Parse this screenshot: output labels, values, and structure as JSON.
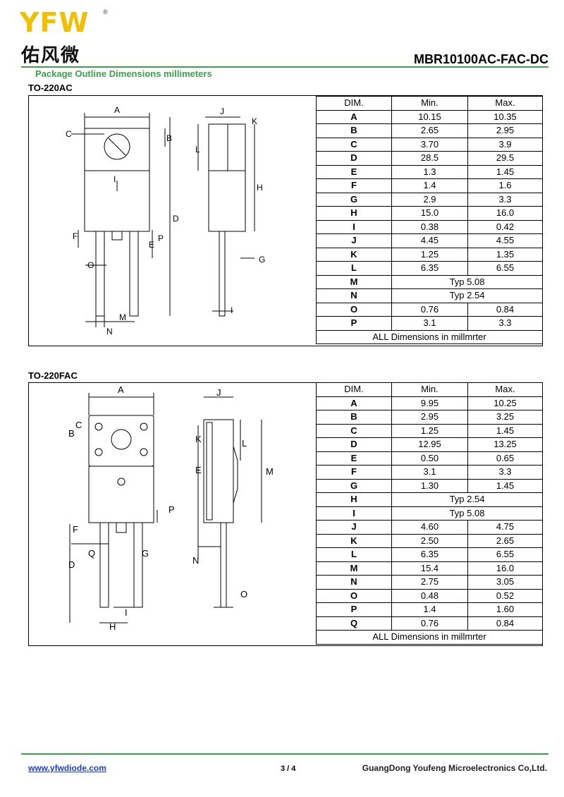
{
  "header": {
    "logo_text": "YFW",
    "logo_reg": "®",
    "logo_cn": "佑风微",
    "part_number": "MBR10100AC-FAC-DC",
    "subtitle": "Package Outline Dimensions millimeters"
  },
  "packages": [
    {
      "name": "TO-220AC",
      "table": {
        "headers": [
          "DIM.",
          "Min.",
          "Max."
        ],
        "rows": [
          {
            "dim": "A",
            "min": "10.15",
            "max": "10.35"
          },
          {
            "dim": "B",
            "min": "2.65",
            "max": "2.95"
          },
          {
            "dim": "C",
            "min": "3.70",
            "max": "3.9"
          },
          {
            "dim": "D",
            "min": "28.5",
            "max": "29.5"
          },
          {
            "dim": "E",
            "min": "1.3",
            "max": "1.45"
          },
          {
            "dim": "F",
            "min": "1.4",
            "max": "1.6"
          },
          {
            "dim": "G",
            "min": "2.9",
            "max": "3.3"
          },
          {
            "dim": "H",
            "min": "15.0",
            "max": "16.0"
          },
          {
            "dim": "I",
            "min": "0.38",
            "max": "0.42"
          },
          {
            "dim": "J",
            "min": "4.45",
            "max": "4.55"
          },
          {
            "dim": "K",
            "min": "1.25",
            "max": "1.35"
          },
          {
            "dim": "L",
            "min": "6.35",
            "max": "6.55"
          },
          {
            "dim": "M",
            "typ": "Typ 5.08"
          },
          {
            "dim": "N",
            "typ": "Typ 2.54"
          },
          {
            "dim": "O",
            "min": "0.76",
            "max": "0.84"
          },
          {
            "dim": "P",
            "min": "3.1",
            "max": "3.3"
          }
        ],
        "footer": "ALL  Dimensions  in  millmrter"
      }
    },
    {
      "name": "TO-220FAC",
      "table": {
        "headers": [
          "DIM.",
          "Min.",
          "Max."
        ],
        "rows": [
          {
            "dim": "A",
            "min": "9.95",
            "max": "10.25"
          },
          {
            "dim": "B",
            "min": "2.95",
            "max": "3.25"
          },
          {
            "dim": "C",
            "min": "1.25",
            "max": "1.45"
          },
          {
            "dim": "D",
            "min": "12.95",
            "max": "13.25"
          },
          {
            "dim": "E",
            "min": "0.50",
            "max": "0.65"
          },
          {
            "dim": "F",
            "min": "3.1",
            "max": "3.3"
          },
          {
            "dim": "G",
            "min": "1.30",
            "max": "1.45"
          },
          {
            "dim": "H",
            "typ": "Typ 2.54"
          },
          {
            "dim": "I",
            "typ": "Typ 5.08"
          },
          {
            "dim": "J",
            "min": "4.60",
            "max": "4.75"
          },
          {
            "dim": "K",
            "min": "2.50",
            "max": "2.65"
          },
          {
            "dim": "L",
            "min": "6.35",
            "max": "6.55"
          },
          {
            "dim": "M",
            "min": "15.4",
            "max": "16.0"
          },
          {
            "dim": "N",
            "min": "2.75",
            "max": "3.05"
          },
          {
            "dim": "O",
            "min": "0.48",
            "max": "0.52"
          },
          {
            "dim": "P",
            "min": "1.4",
            "max": "1.60"
          },
          {
            "dim": "Q",
            "min": "0.76",
            "max": "0.84"
          }
        ],
        "footer": "ALL  Dimensions  in  millmrter"
      }
    }
  ],
  "drawing_labels": {
    "ac": [
      "A",
      "B",
      "C",
      "D",
      "E",
      "F",
      "G",
      "H",
      "I",
      "J",
      "K",
      "L",
      "M",
      "N",
      "O",
      "P"
    ],
    "fac": [
      "A",
      "B",
      "C",
      "D",
      "E",
      "F",
      "G",
      "H",
      "I",
      "J",
      "K",
      "L",
      "M",
      "N",
      "O",
      "P",
      "Q"
    ]
  },
  "footer": {
    "website": "www.yfwdiode.com",
    "page": "3 / 4",
    "company": "GuangDong Youfeng Microelectronics Co,Ltd."
  },
  "colors": {
    "brand_green": "#3aa14a",
    "logo_yellow": "#f0c000",
    "link_blue": "#1a3fd0"
  }
}
